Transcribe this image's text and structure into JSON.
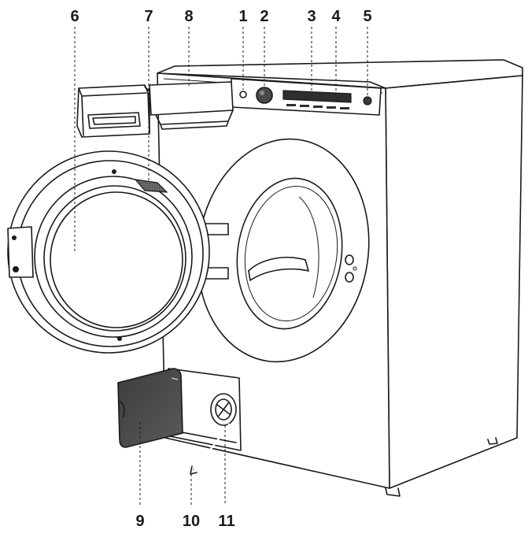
{
  "callouts": [
    {
      "id": "1",
      "label": "1"
    },
    {
      "id": "2",
      "label": "2"
    },
    {
      "id": "3",
      "label": "3"
    },
    {
      "id": "4",
      "label": "4"
    },
    {
      "id": "5",
      "label": "5"
    },
    {
      "id": "6",
      "label": "6"
    },
    {
      "id": "7",
      "label": "7"
    },
    {
      "id": "8",
      "label": "8"
    },
    {
      "id": "9",
      "label": "9"
    },
    {
      "id": "10",
      "label": "10"
    },
    {
      "id": "11",
      "label": "11"
    }
  ],
  "colors": {
    "line": "#1a1a1a",
    "background": "#ffffff",
    "hatch": "#3a3a3a"
  }
}
